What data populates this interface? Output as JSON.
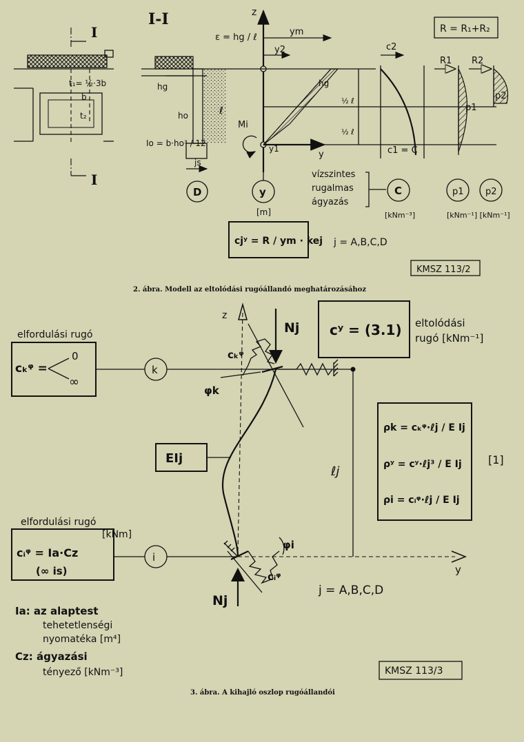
{
  "figure2": {
    "section_mark": "I",
    "section_title": "I-I",
    "R_eq": "R = R₁+R₂",
    "epsilon_eq": "ε = hg / ℓ",
    "ym": "ym",
    "y2": "y2",
    "hg": "hg",
    "t1": "t₁= ½·3b",
    "b": "b",
    "t2": "t₂",
    "ho": "ho",
    "Io": "Io = b·ho³ / 12",
    "l": "ℓ",
    "half1": "½ ℓ",
    "half2": "½ ℓ",
    "Mi": "Mi",
    "y1": "y1",
    "y_axis": "y",
    "z_axis": "z",
    "c2": "c2",
    "c1": "c1 = C",
    "C_label": "C",
    "R1": "R1",
    "R2": "R2",
    "p1": "p1",
    "p2": "p2",
    "js": "js",
    "D": "D",
    "circle_y": "y",
    "unit_m": "[m]",
    "text_vizszintes": "vízszintes",
    "text_rugalmas": "rugalmas",
    "text_agyazas": "ágyazás",
    "circle_C": "C",
    "unit_C": "[kNm⁻³]",
    "circle_p1": "p1",
    "circle_p2": "p2",
    "unit_p": "[kNm⁻¹] [kNm⁻¹]",
    "formula_c": "cjʸ = R / ym · kej",
    "j_list": "j = A,B,C,D",
    "ref": "KMSZ 113/2",
    "caption": "2. ábra. Modell az eltolódási rugóállandó meghatározásához"
  },
  "figure3": {
    "label_rot_top": "elfordulási rugó",
    "ck_box": "cₖᵠ =",
    "ck_zero": "0",
    "ck_inf": "∞",
    "node_k": "k",
    "node_i": "i",
    "z_axis": "z",
    "y_axis": "y",
    "Nj_top": "Nj",
    "Nj_bottom": "Nj",
    "ck_spring": "cₖᵠ",
    "phi_k": "φk",
    "cy_box": "cʸ = (3.1)",
    "label_shift_1": "eltolódási",
    "label_shift_2": "rugó [kNm⁻¹]",
    "EIj": "EIj",
    "lj": "ℓj",
    "rho_k": "ρk = cₖᵠ·ℓj / E Ij",
    "rho_y": "ρʸ = cʸ·ℓj³ / E Ij",
    "rho_i": "ρi = cᵢᵠ·ℓj / E Ij",
    "ref1": "[1]",
    "label_rot_bottom": "elfordulási rugó",
    "unit_kNm": "[kNm]",
    "ci_box_1": "cᵢᵠ = Ia·Cz",
    "ci_box_2": "(∞ is)",
    "phi_i": "φi",
    "ci_spring": "cᵢᵠ",
    "j_list": "j = A,B,C,D",
    "Ia_def_1": "Ia: az alaptest",
    "Ia_def_2": "tehetetlenségi",
    "Ia_def_3": "nyomatéka [m⁴]",
    "Cz_def_1": "Cz: ágyazási",
    "Cz_def_2": "tényező [kNm⁻³]",
    "ref": "KMSZ 113/3",
    "caption": "3. ábra. A kihajló oszlop rugóállandói"
  }
}
